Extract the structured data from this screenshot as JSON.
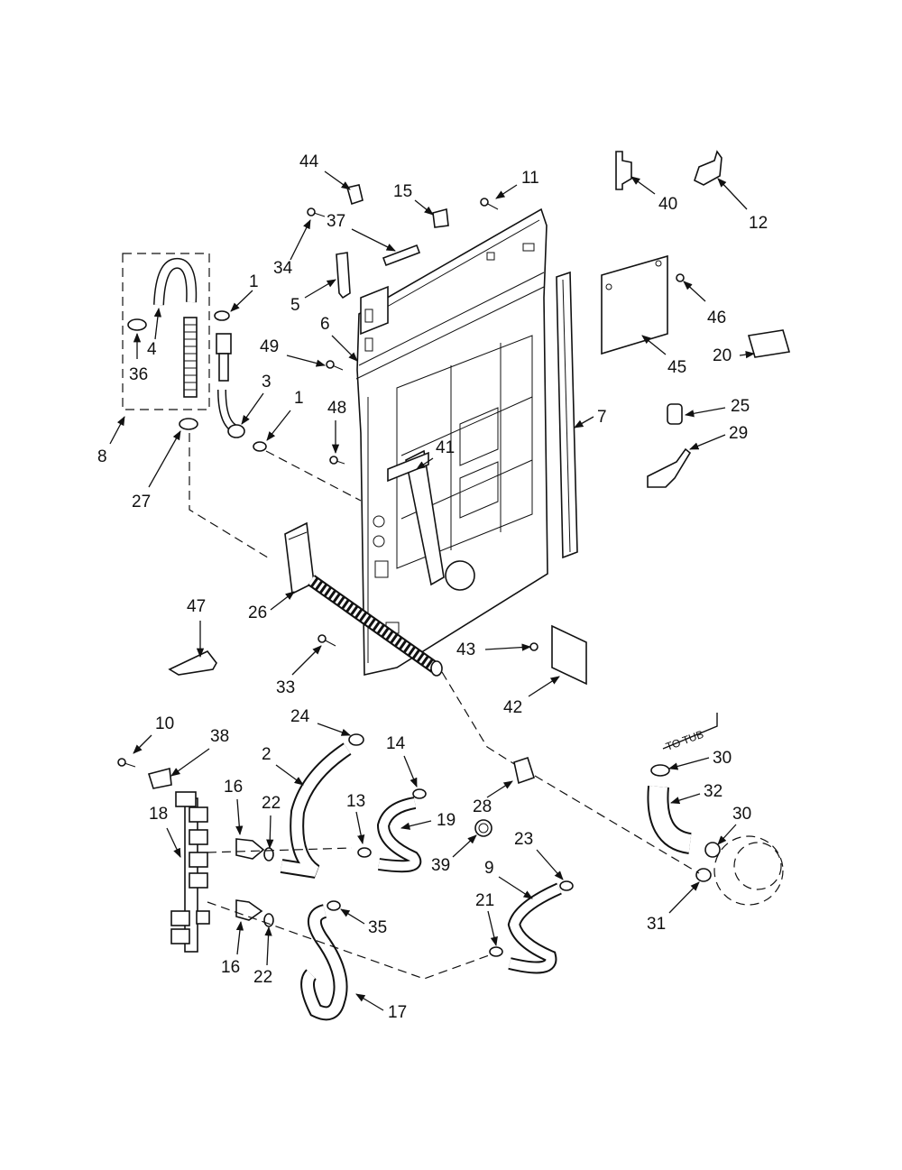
{
  "callouts": [
    "1",
    "1",
    "2",
    "3",
    "4",
    "5",
    "6",
    "7",
    "8",
    "9",
    "10",
    "11",
    "12",
    "13",
    "14",
    "15",
    "16",
    "16",
    "17",
    "18",
    "19",
    "20",
    "21",
    "22",
    "22",
    "23",
    "24",
    "25",
    "26",
    "27",
    "28",
    "29",
    "30",
    "30",
    "31",
    "32",
    "33",
    "34",
    "35",
    "36",
    "37",
    "38",
    "39",
    "40",
    "41",
    "42",
    "43",
    "44",
    "45",
    "46",
    "47",
    "48",
    "49"
  ],
  "annotation": "TO TUB"
}
